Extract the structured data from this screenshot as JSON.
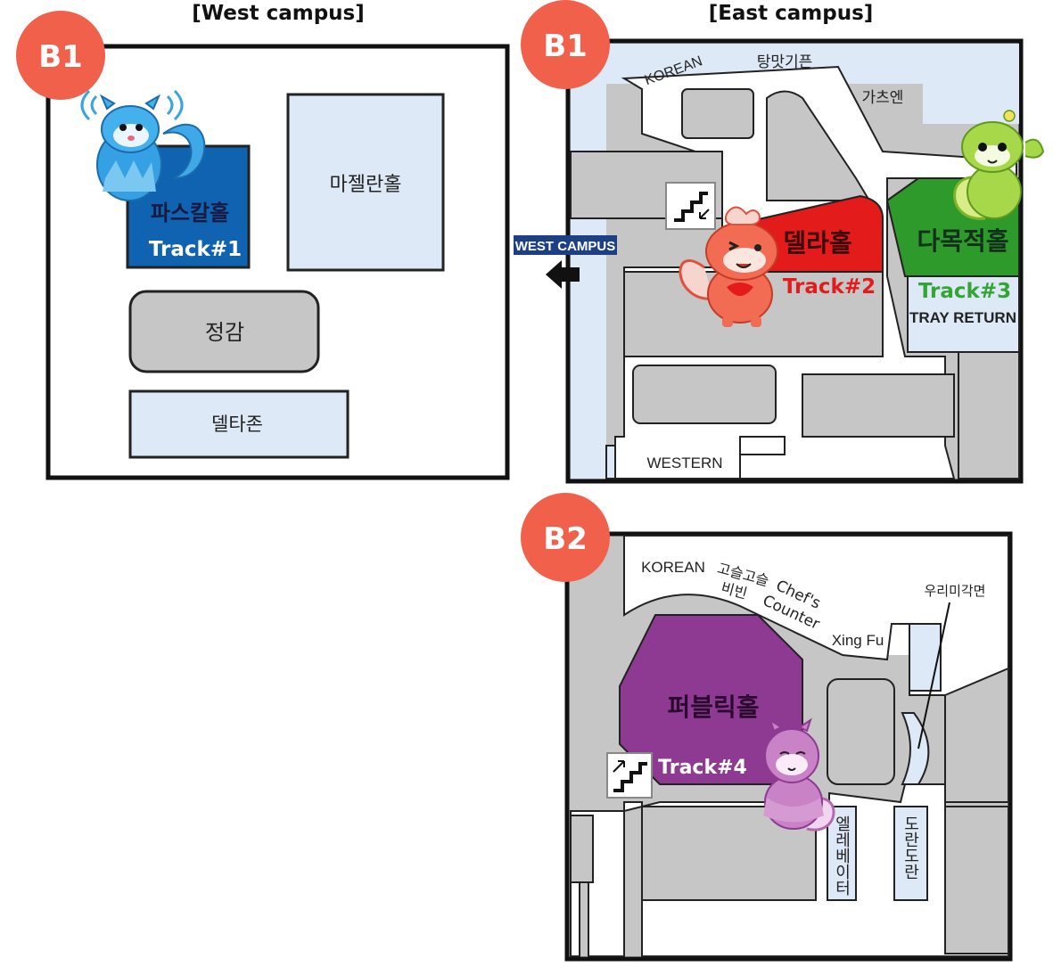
{
  "headers": {
    "west": "[West campus]",
    "east": "[East campus]"
  },
  "badges": {
    "west_b1": "B1",
    "east_b1": "B1",
    "east_b2": "B2"
  },
  "west_b1": {
    "pascal_hall": "파스칼홀",
    "track1": "Track#1",
    "magellan_hall": "마젤란홀",
    "jeonggam": "정감",
    "delta_zone": "델타존"
  },
  "east_b1": {
    "korean": "KOREAN",
    "tangmat": "탕맛기픈",
    "gachoen": "가츠엔",
    "west_campus_sign": "WEST CAMPUS",
    "della_hall": "델라홀",
    "track2": "Track#2",
    "damok_hall": "다목적홀",
    "track3": "Track#3",
    "tray_return": "TRAY RETURN",
    "western": "WESTERN"
  },
  "east_b2": {
    "korean": "KOREAN",
    "gosul_line1": "고슬고슬",
    "gosul_line2": "비빈",
    "chefs_line1": "Chef's",
    "chefs_line2": "Counter",
    "xingfu": "Xing Fu",
    "woori": "우리미각면",
    "public_hall": "퍼블릭홀",
    "track4": "Track#4",
    "elevator": "엘레베이터",
    "doran": "도란도란"
  },
  "colors": {
    "badge": "#f0604a",
    "track1": "#0f63b0",
    "track2": "#e31b1b",
    "track3": "#33a532",
    "track4": "#8e3a93",
    "light_blue": "#dde9f6",
    "gray": "#c6c6c6"
  }
}
